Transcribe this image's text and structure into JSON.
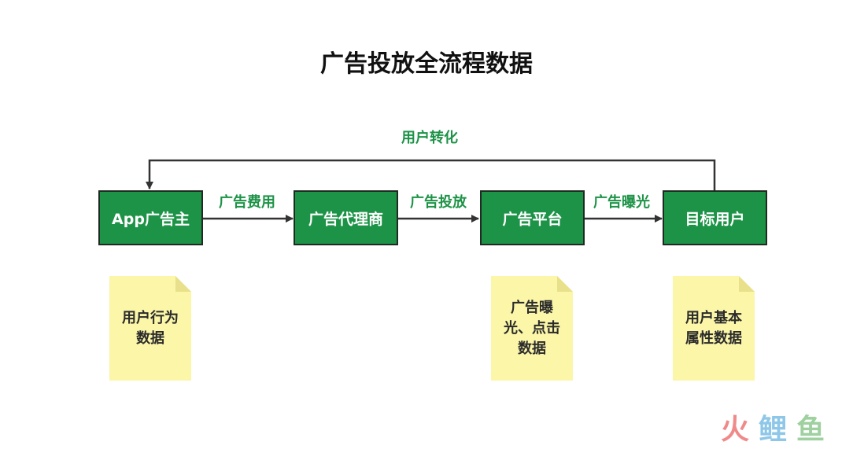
{
  "title": "广告投放全流程数据",
  "nodes": {
    "advertiser": "App广告主",
    "agency": "广告代理商",
    "platform": "广告平台",
    "target_user": "目标用户"
  },
  "edges": {
    "ad_cost": "广告费用",
    "ad_delivery": "广告投放",
    "ad_exposure": "广告曝光",
    "user_conversion": "用户转化"
  },
  "notes": {
    "user_behavior": "用户行为\n数据",
    "ad_exposure_click": "广告曝\n光、点击\n数据",
    "user_attributes": "用户基本\n属性数据"
  },
  "logo": {
    "text": "火鲤鱼",
    "colors": [
      "#f08a8a",
      "#8fc7e8",
      "#9fd0a0"
    ]
  },
  "colors": {
    "node_fill": "#1d9347",
    "label_green": "#1d9347",
    "note_fill": "#fbf6a8",
    "arrow": "#333333"
  }
}
